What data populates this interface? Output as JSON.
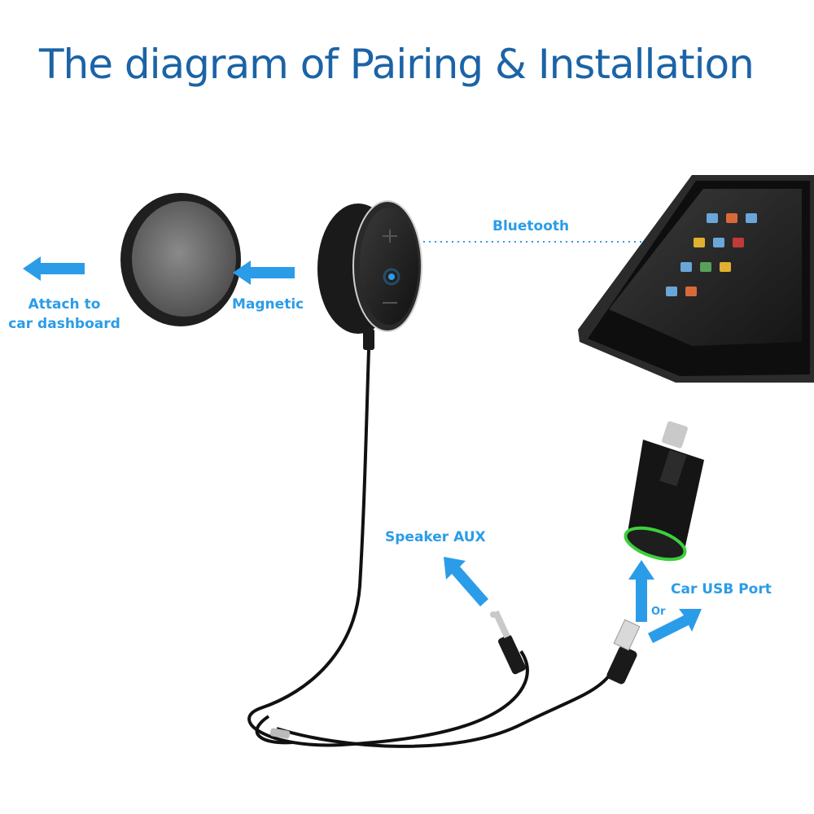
{
  "title": "The diagram of Pairing & Installation",
  "labels": {
    "bluetooth": "Bluetooth",
    "magnetic": "Magnetic",
    "attach_line1": "Attach to",
    "attach_line2": "car dashboard",
    "speaker_aux": "Speaker AUX",
    "car_usb_port": "Car USB Port",
    "or": "Or"
  },
  "colors": {
    "title": "#1b63a6",
    "label": "#2b9ce8",
    "arrow": "#2b9ce8",
    "device": "#1e1e1e",
    "charger_ring": "#3ad13a"
  },
  "icons": [
    "magnetic-plate",
    "bluetooth-receiver",
    "smartphone",
    "car-charger",
    "aux-jack",
    "usb-plug",
    "cable"
  ]
}
